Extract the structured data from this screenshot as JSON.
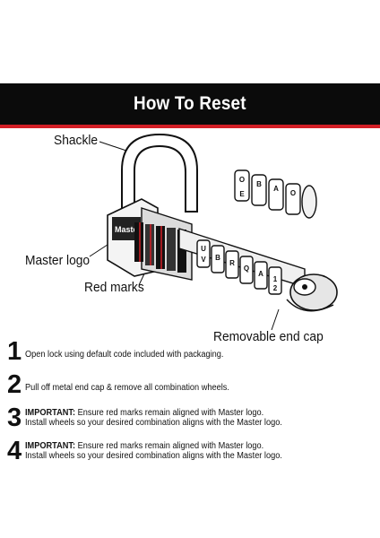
{
  "header": {
    "title": "How To Reset"
  },
  "diagram": {
    "labels": {
      "shackle": "Shackle",
      "master_logo": "Master logo",
      "red_marks": "Red marks",
      "end_cap": "Removable end cap"
    },
    "brand_text": "Master",
    "wheel_letters": [
      "U",
      "V",
      "B",
      "R",
      "Q",
      "A",
      "1",
      "2"
    ],
    "loose_wheel_letters": [
      "O",
      "B",
      "A",
      "O",
      "E"
    ]
  },
  "steps": [
    {
      "number": "1",
      "lines": [
        "Open lock using default code included with packaging."
      ]
    },
    {
      "number": "2",
      "lines": [
        "Pull off metal end cap & remove all combination wheels."
      ]
    },
    {
      "number": "3",
      "important": "IMPORTANT:",
      "lines": [
        "Ensure red marks remain aligned with Master logo.",
        "Install wheels so your desired combination aligns with the Master logo."
      ]
    },
    {
      "number": "4",
      "important": "IMPORTANT:",
      "lines": [
        "Ensure red marks remain aligned with Master logo.",
        "Install wheels so your desired combination aligns with the Master logo."
      ]
    }
  ],
  "colors": {
    "header_bg": "#0b0b0b",
    "accent_red": "#d31f26",
    "text": "#111111"
  }
}
